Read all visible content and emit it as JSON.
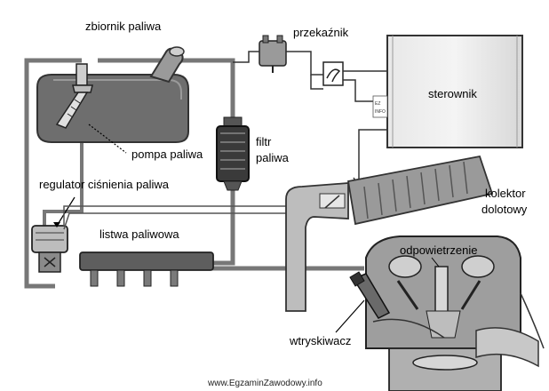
{
  "labels": {
    "fuel_tank": "zbiornik paliwa",
    "relay": "przekaźnik",
    "controller": "sterownik",
    "fuel_pump": "pompa paliwa",
    "fuel_filter_line1": "filtr",
    "fuel_filter_line2": "paliwa",
    "pressure_regulator": "regulator ciśnienia paliwa",
    "fuel_rail": "listwa paliwowa",
    "intake_manifold_line1": "kolektor",
    "intake_manifold_line2": "dolotowy",
    "vent": "odpowietrzenie",
    "injector": "wtryskiwacz"
  },
  "watermark": "www.EgzaminZawodowy.info",
  "stamp_text": [
    "EZ",
    "INFO"
  ]
}
